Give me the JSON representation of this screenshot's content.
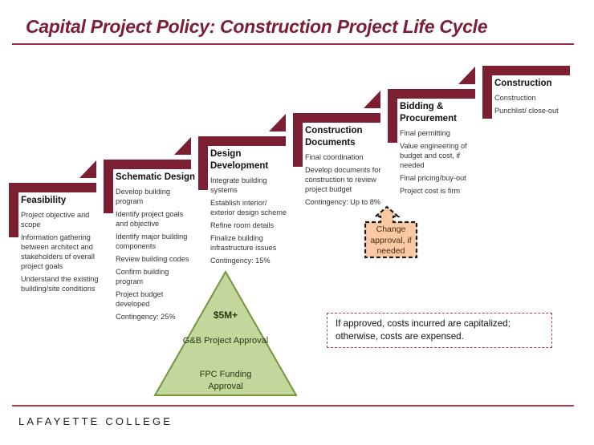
{
  "title": "Capital Project Policy: Construction Project Life Cycle",
  "footer": "LAFAYETTE COLLEGE",
  "colors": {
    "brand": "#7b1f35",
    "step_bar": "#7d1f33",
    "triangle_fill": "#c3d69b",
    "triangle_stroke": "#77933c",
    "callout_fill": "#fac9a4",
    "note_border": "#a4404f"
  },
  "steps": [
    {
      "heading": "Feasibility",
      "items": [
        "Project objective and scope",
        "Information gathering between architect and stakeholders of overall project goals",
        "Understand the existing building/site conditions"
      ]
    },
    {
      "heading": "Schematic Design",
      "items": [
        "Develop building program",
        "Identify project goals and objective",
        "Identify major building components",
        "Review building codes",
        "Confirm building program",
        "Project budget developed",
        "Contingency: 25%"
      ]
    },
    {
      "heading": "Design Development",
      "items": [
        "Integrate building systems",
        "Establish interior/ exterior design scheme",
        "Refine room details",
        "Finalize building infrastructure issues",
        "Contingency: 15%"
      ]
    },
    {
      "heading": "Construction Documents",
      "items": [
        "Final coordination",
        "Develop documents for construction to review project budget",
        "Contingency: Up to 8%"
      ]
    },
    {
      "heading": "Bidding & Procurement",
      "items": [
        "Final permitting",
        "Value engineering of budget and cost, if needed",
        "Final pricing/buy-out",
        "Project cost is firm"
      ]
    },
    {
      "heading": "Construction",
      "items": [
        "Construction",
        "Punchlist/ close-out"
      ]
    }
  ],
  "triangle": {
    "amount": "$5M+",
    "approval_1": "G&B Project Approval",
    "approval_2": "FPC Funding Approval"
  },
  "callout": {
    "text": "Change approval, if needed"
  },
  "note": {
    "text": "If approved, costs incurred are capitalized; otherwise, costs are expensed."
  }
}
